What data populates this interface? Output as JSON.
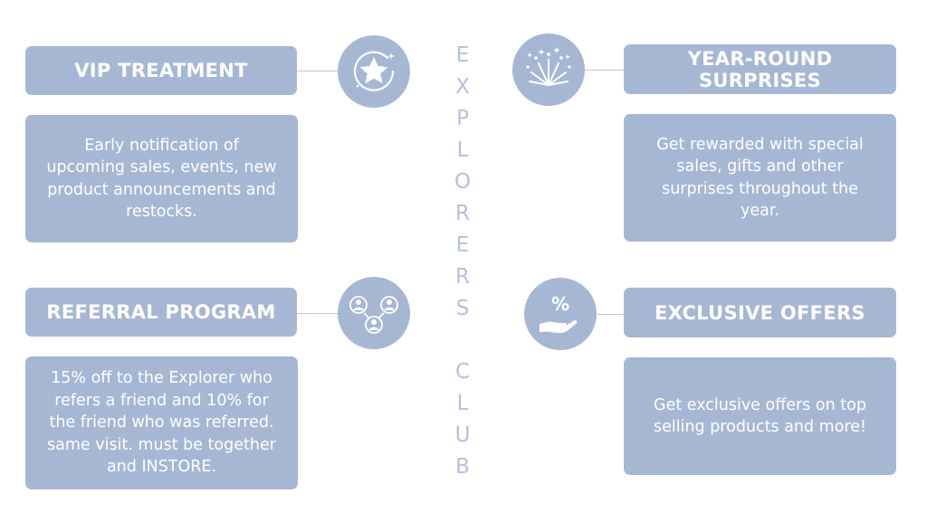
{
  "colors": {
    "box": "#a6b7d4",
    "text": "#ffffff",
    "vertical_text": "#b3c1da",
    "connector": "#b9c6de"
  },
  "vertical_title_letters": [
    "E",
    "X",
    "P",
    "L",
    "O",
    "R",
    "E",
    "R",
    "S",
    "",
    "C",
    "L",
    "U",
    "B"
  ],
  "features": {
    "vip": {
      "title": "VIP TREATMENT",
      "description": "Early notification of upcoming sales, events, new product announcements and restocks.",
      "icon": "star-icon"
    },
    "surprises": {
      "title": "YEAR-ROUND SURPRISES",
      "description": "Get rewarded with special sales, gifts and other surprises throughout the year.",
      "icon": "fireworks-icon"
    },
    "referral": {
      "title": "REFERRAL PROGRAM",
      "description": "15% off to the Explorer who refers a friend and 10% for the friend who was referred. same visit. must be together and INSTORE.",
      "icon": "people-network-icon"
    },
    "offers": {
      "title": "EXCLUSIVE OFFERS",
      "description": "Get exclusive offers on top selling products and more!",
      "icon": "percent-hand-icon",
      "icon_glyph": "%"
    }
  }
}
